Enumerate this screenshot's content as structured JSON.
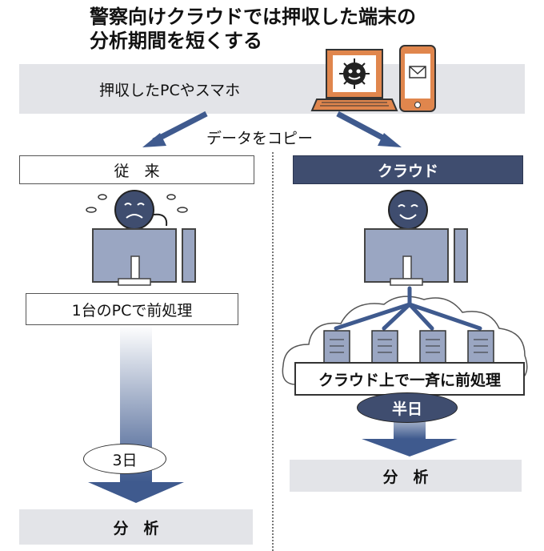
{
  "title": {
    "line1": "警察向けクラウドでは押収した端末の",
    "line2": "分析期間を短くする"
  },
  "source": {
    "label": "押収したPCやスマホ"
  },
  "copy_label": "データをコピー",
  "left": {
    "header": "従　来",
    "step": "1台のPCで前処理",
    "duration": "3日",
    "result": "分　析"
  },
  "right": {
    "header": "クラウド",
    "step": "クラウド上で一斉に前処理",
    "duration": "半日",
    "result": "分　析"
  },
  "colors": {
    "accent": "#3f4d6f",
    "device_orange": "#e0864d",
    "band": "#e3e4e8",
    "pc_blue": "#9aa6c2"
  }
}
